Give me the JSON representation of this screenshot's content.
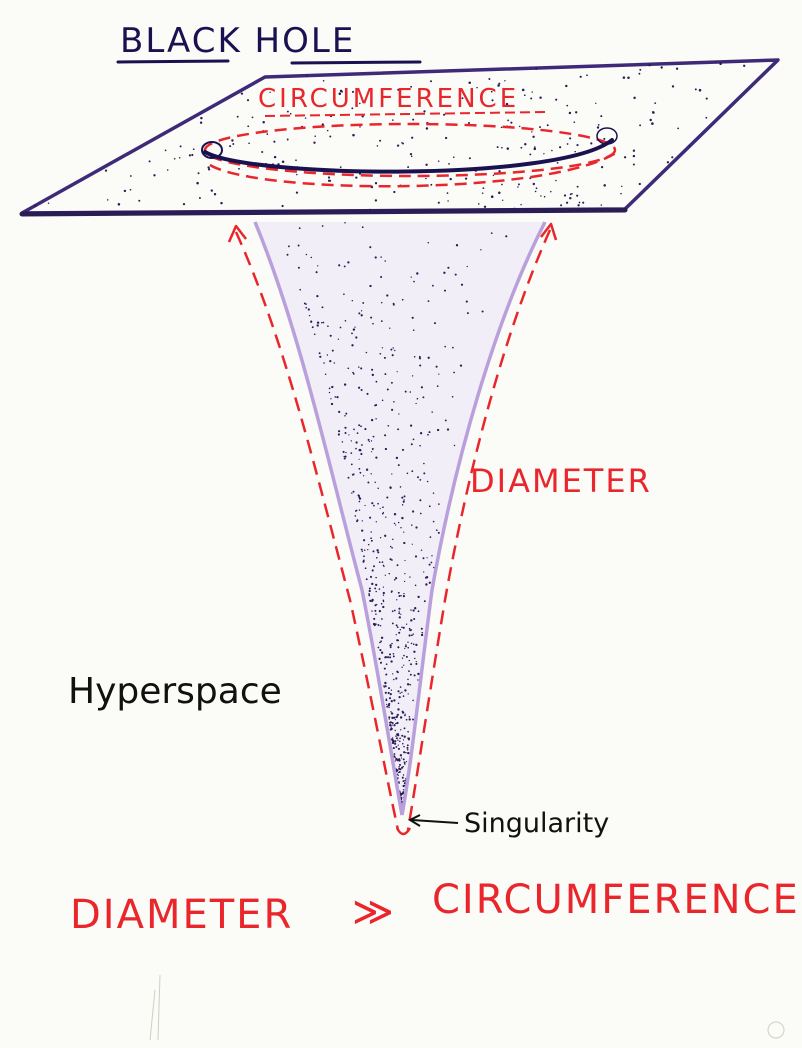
{
  "title": "BLACK HOLE",
  "labels": {
    "circumference": "CIRCUMFERENCE",
    "diameter": "DIAMETER",
    "hyperspace": "Hyperspace",
    "singularity": "Singularity"
  },
  "relation": {
    "left": "DIAMETER",
    "operator": "≫",
    "right": "CIRCUMFERENCE"
  },
  "colors": {
    "ink": "#1a1250",
    "plane": "#3e2a78",
    "red": "#e8262c",
    "funnel": "#b9a0dc",
    "dots": "#2a1c55",
    "paper": "#fbfbf7"
  }
}
